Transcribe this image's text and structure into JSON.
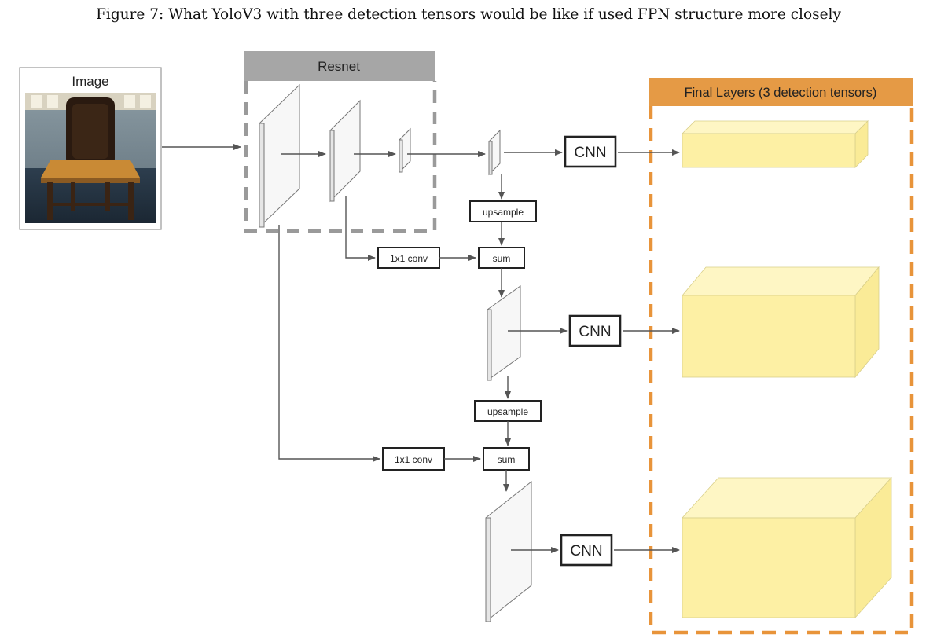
{
  "caption": "Figure 7: What YoloV3 with three detection tensors would be like if used FPN structure more closely",
  "input_image": {
    "label": "Image"
  },
  "backbone": {
    "label": "Resnet"
  },
  "final_layers": {
    "label": "Final Layers (3 detection tensors)"
  },
  "ops": {
    "cnn": "CNN",
    "upsample": "upsample",
    "conv1x1": "1x1 conv",
    "sum": "sum"
  },
  "colors": {
    "backbone_header": "#a6a6a6",
    "backbone_dash": "#9a9a9a",
    "final_header": "#e59a45",
    "final_dash": "#e8943a",
    "tensor_front": "#fdf0a4",
    "tensor_top": "#fef6c4",
    "tensor_side": "#faeb97",
    "arrow": "#555555"
  }
}
